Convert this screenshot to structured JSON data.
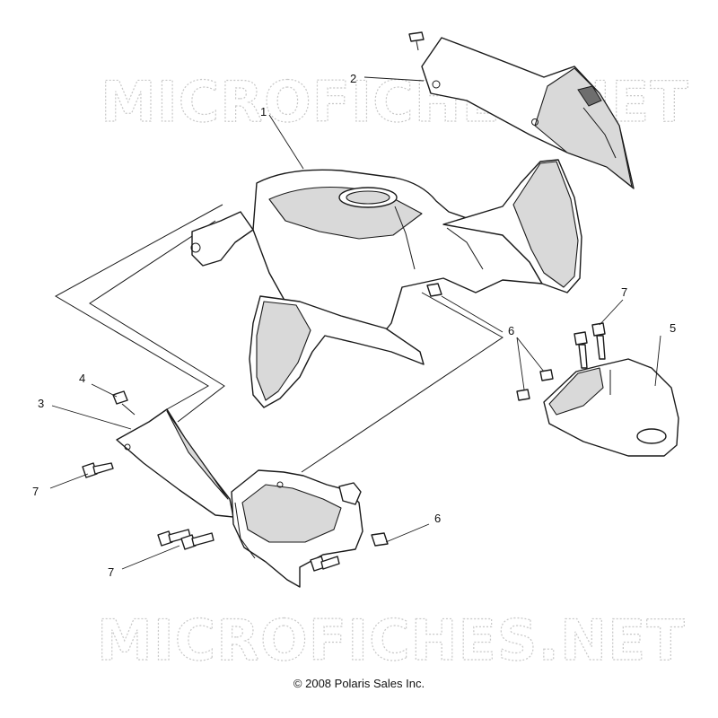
{
  "watermark": {
    "text": "MICROFICHES.NET",
    "color": "#c8c8c8"
  },
  "callouts": {
    "c1": "1",
    "c2": "2",
    "c3": "3",
    "c4": "4",
    "c5": "5",
    "c6a": "6",
    "c6b": "6",
    "c7a": "7",
    "c7b": "7",
    "c7c": "7"
  },
  "copyright": "© 2008 Polaris Sales Inc."
}
